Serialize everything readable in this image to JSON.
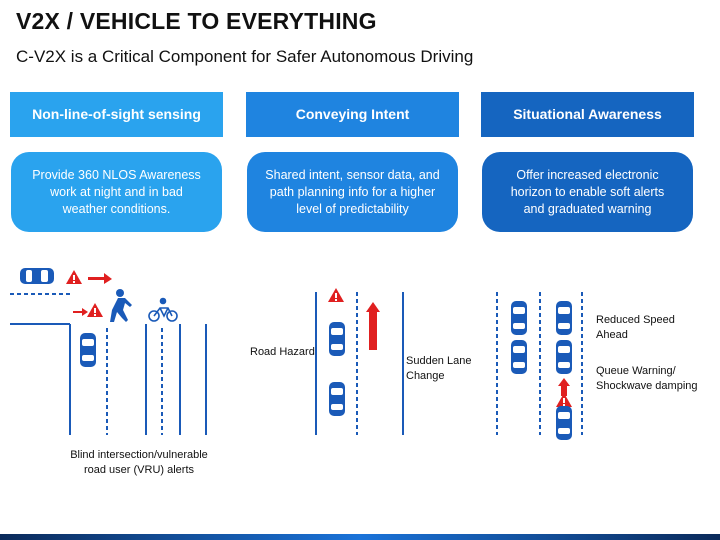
{
  "title": "V2X / VEHICLE TO EVERYTHING",
  "subtitle": "C-V2X is a Critical Component for Safer Autonomous Driving",
  "columns": [
    {
      "header": "Non-line-of-sight sensing",
      "body": "Provide 360 NLOS Awareness work at night and in bad weather conditions.",
      "header_color": "#2aa3ee",
      "body_color": "#2aa3ee"
    },
    {
      "header": "Conveying Intent",
      "body": "Shared intent, sensor data, and path planning info for a higher level of predictability",
      "header_color": "#1f84e0",
      "body_color": "#1f84e0"
    },
    {
      "header": "Situational Awareness",
      "body": "Offer increased electronic horizon to enable soft alerts and graduated warning",
      "header_color": "#1565c0",
      "body_color": "#1565c0"
    }
  ],
  "scene_labels": {
    "blind_intersection": "Blind intersection/vulnerable road user (VRU) alerts",
    "road_hazard": "Road Hazard",
    "sudden_lane_change": "Sudden Lane Change",
    "reduced_speed": "Reduced Speed Ahead",
    "queue_warning": "Queue Warning/ Shockwave damping"
  },
  "colors": {
    "road_line": "#1a5ab8",
    "car": "#1a5ab8",
    "alert": "#e02020"
  }
}
